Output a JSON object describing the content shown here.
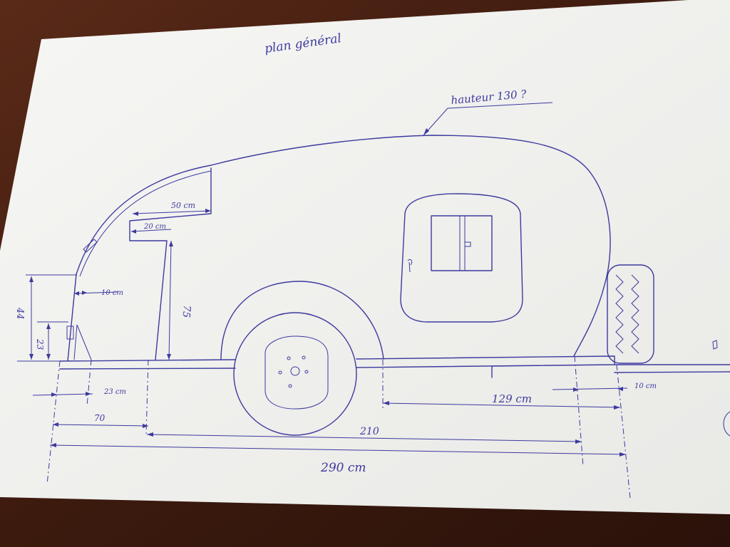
{
  "drawing": {
    "title": "plan général",
    "height_note": "hauteur 130 ?",
    "dims": {
      "d50": "50 cm",
      "d20": "20 cm",
      "d75": "75",
      "d10a": "10 cm",
      "d44": "44",
      "d23v": "23",
      "d23h": "23 cm",
      "d70": "70",
      "d129": "129 cm",
      "d10b": "10 cm",
      "d210": "210",
      "d290": "290 cm"
    }
  },
  "colors": {
    "ink": "#3d3a9e",
    "paper": "#f4f4f2",
    "table": "#4a2214"
  }
}
